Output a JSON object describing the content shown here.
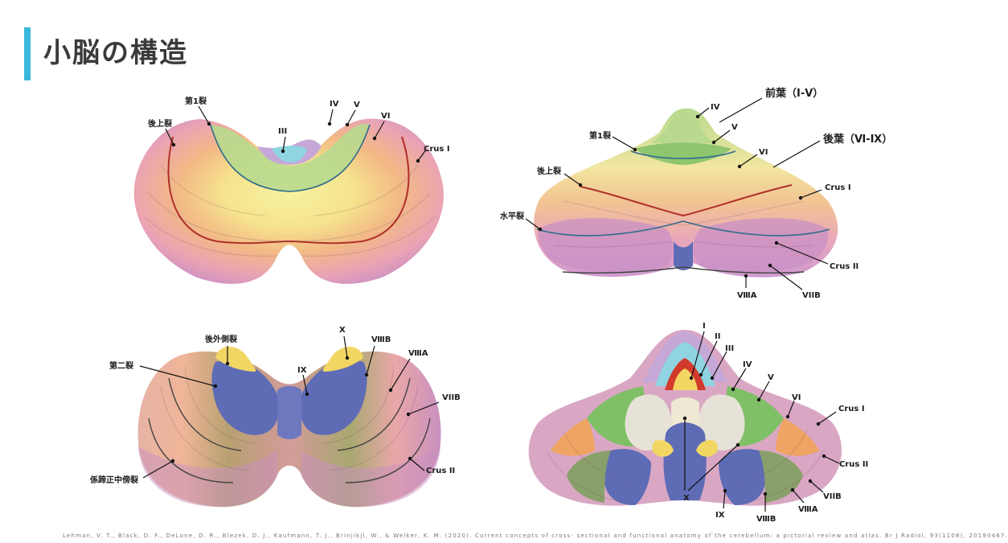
{
  "title": "小脳の構造",
  "colors": {
    "accent": "#3ab8dc",
    "anterior_green": "#b8d98e",
    "lobule_v": "#7fbf66",
    "lobule_vi": "#f5d98a",
    "yellow": "#f4ec9a",
    "pink": "#e9a7b8",
    "mauve": "#c98fbf",
    "lavender": "#c6a8d8",
    "cyan": "#8fd4e0",
    "navy": "#5e6cb6",
    "olive": "#8aa06a",
    "orange": "#efa463",
    "red": "#d23a2d"
  },
  "views": {
    "superior": {
      "labels": {
        "fissure_1": "第1裂",
        "post_superior": "後上裂",
        "iv": "IV",
        "v": "V",
        "vi": "VI",
        "iii": "III",
        "crus_i": "Crus I"
      }
    },
    "posterior_superior": {
      "labels": {
        "anterior_lobe": "前葉（Ⅰ-Ⅴ）",
        "posterior_lobe": "後葉（Ⅵ-Ⅸ）",
        "iv": "IV",
        "v": "V",
        "fissure_1": "第1裂",
        "vi": "VI",
        "post_superior": "後上裂",
        "crus_i": "Crus I",
        "horizontal": "水平裂",
        "crus_ii": "Crus II",
        "viiia": "ⅧA",
        "viib": "VIIB"
      }
    },
    "inferior": {
      "labels": {
        "post_lateral": "後外側裂",
        "x": "X",
        "viiib": "ⅧB",
        "viiia": "ⅧA",
        "fissure_2": "第二裂",
        "ix": "IX",
        "viib": "VIIB",
        "paramedian": "係蹄正中傍裂",
        "crus_ii": "Crus II"
      }
    },
    "anterior": {
      "labels": {
        "i": "I",
        "ii": "II",
        "iii": "III",
        "iv": "IV",
        "v": "V",
        "vi": "VI",
        "crus_i": "Crus I",
        "crus_ii": "Crus II",
        "viib": "VIIB",
        "viiia": "ⅧA",
        "viiib": "ⅧB",
        "ix": "IX",
        "x": "X"
      }
    }
  },
  "citation": "Lehman, V. T., Black, D. F., DeLone, D. R., Blezek, D. J., Kaufmann, T. J., Brinjikji, W., & Welker, K. M. (2020). Current concepts of cross- sectional and functional anatomy of the cerebellum: a pictorial review and atlas. Br J Radiol, 93(1108), 20190467."
}
